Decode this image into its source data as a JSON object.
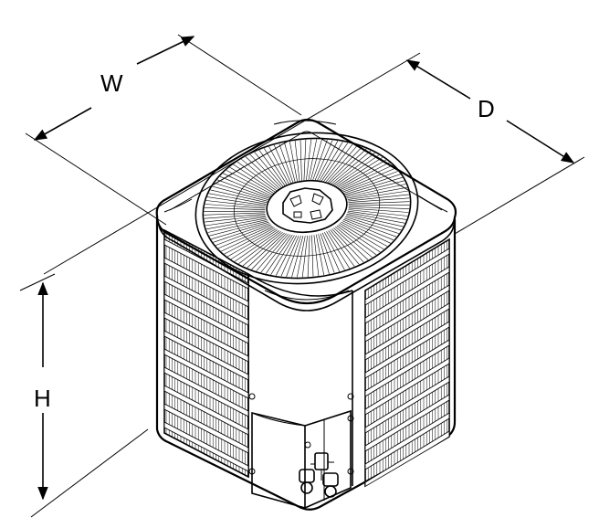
{
  "diagram": {
    "dimension_labels": {
      "width": "W",
      "depth": "D",
      "height": "H"
    },
    "line_color": "#000000",
    "background_color": "#ffffff"
  }
}
